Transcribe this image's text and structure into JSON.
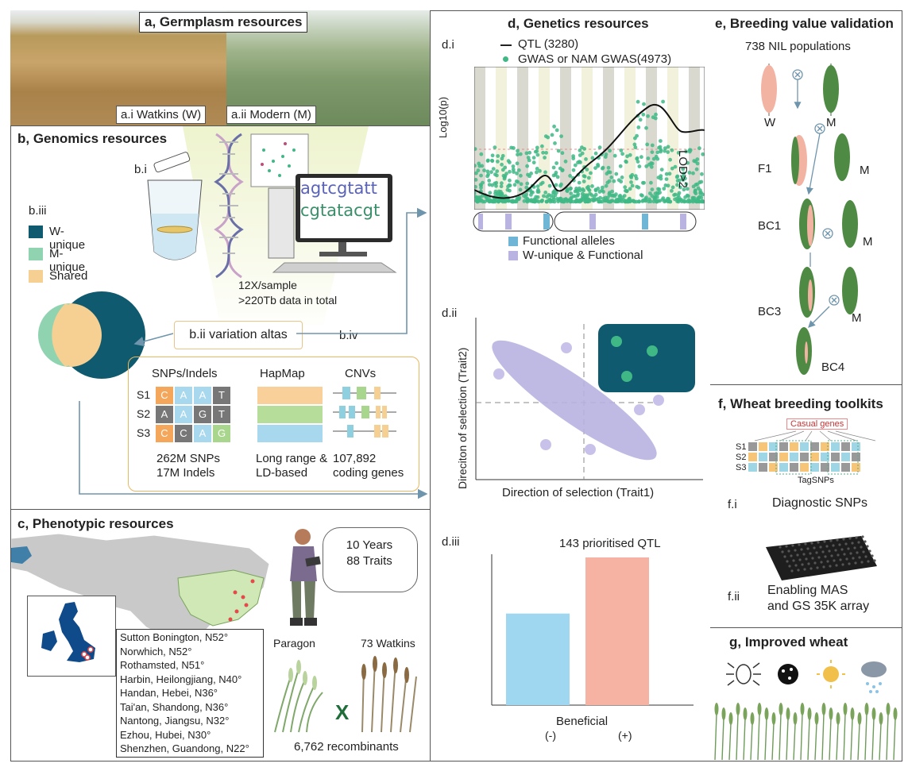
{
  "panel_a": {
    "title": "a, Germplasm resources",
    "watkins_label": "a.i Watkins (W)",
    "modern_label": "a.ii Modern (M)"
  },
  "panel_b": {
    "title": "b, Genomics  resources",
    "bi_label": "b.i",
    "seq_line1": "agtcgtatt",
    "seq_line2": "cgtatacgt",
    "biii_label": "b.iii",
    "legend": [
      {
        "label": "W-unique",
        "color": "#0f5a6e"
      },
      {
        "label": "M-unique",
        "color": "#8fd3b0"
      },
      {
        "label": "Shared",
        "color": "#f6cf92"
      }
    ],
    "depth_line1": "12X/sample",
    "depth_line2": ">220Tb data in total",
    "atlas_label": "b.ii  variation altas",
    "biv_label": "b.iv",
    "snp_header": "SNPs/Indels",
    "hapmap_header": "HapMap",
    "cnv_header": "CNVs",
    "samples": [
      "S1",
      "S2",
      "S3"
    ],
    "snp_rows": [
      [
        "C",
        "A",
        "A",
        "T"
      ],
      [
        "A",
        "A",
        "G",
        "T"
      ],
      [
        "C",
        "C",
        "A",
        "G"
      ]
    ],
    "snp_stat1": "262M SNPs",
    "snp_stat2": "17M Indels",
    "hap_stat1": "Long range &",
    "hap_stat2": "LD-based",
    "cnv_stat1": "107,892",
    "cnv_stat2": "coding genes"
  },
  "panel_c": {
    "title": "c, Phenotypic resources",
    "bubble_line1": "10 Years",
    "bubble_line2": "88 Traits",
    "sites": [
      "Sutton Bonington, N52°",
      "Norwhich, N52°",
      "Rothamsted, N51°",
      "Harbin, Heilongjiang, N40°",
      "Handan, Hebei, N36°",
      "Tai'an, Shandong, N36°",
      "Nantong, Jiangsu, N32°",
      "Ezhou, Hubei, N30°",
      "Shenzhen, Guandong, N22°"
    ],
    "paragon_label": "Paragon",
    "watkins_label": "73 Watkins",
    "cross_symbol": "X",
    "recombinants": "6,762 recombinants"
  },
  "panel_d": {
    "title": "d, Genetics  resources",
    "di_label": "d.i",
    "qtl_legend": "QTL (3280)",
    "gwas_legend": "GWAS or NAM GWAS(4973)",
    "y_axis_label": "Log10(p)",
    "lod_label": "LOD>2",
    "functional_legend": "Functional alleles",
    "wunique_functional_legend": "W-unique & Functional",
    "dii_label": "d.ii",
    "scatter_xlabel": "Direction of selection (Trait1)",
    "scatter_ylabel": "Direciton of selection (Trait2)",
    "diii_label": "d.iii",
    "bar_title": "143  prioritised QTL",
    "bar_xlabel": "Beneficial",
    "colors": {
      "accent_teal": "#0f5a6e",
      "green_dot": "#3fb886",
      "lilac": "#b8b3e0",
      "blue_allele": "#6fb6d6"
    },
    "chart_data": {
      "type": "bar",
      "categories": [
        "(-)",
        "(+)"
      ],
      "values": [
        0.62,
        1.0
      ],
      "colors": [
        "#9fd6f0",
        "#f6b3a3"
      ]
    }
  },
  "panel_e": {
    "title": "e, Breeding value validation",
    "subtitle": "738 NIL populations",
    "w": "W",
    "m": "M",
    "f1": "F1",
    "bc1": "BC1",
    "bc3": "BC3",
    "bc4": "BC4"
  },
  "panel_f": {
    "title": "f, Wheat breeding toolkits",
    "causal_label": "Casual genes",
    "samples": [
      "S1",
      "S2",
      "S3"
    ],
    "tag_label": "TagSNPs",
    "fi_label": "f.i",
    "fi_text": "Diagnostic SNPs",
    "fii_label": "f.ii",
    "fii_line1": "Enabling MAS",
    "fii_line2": "and GS 35K array"
  },
  "panel_g": {
    "title": "g, Improved  wheat"
  }
}
